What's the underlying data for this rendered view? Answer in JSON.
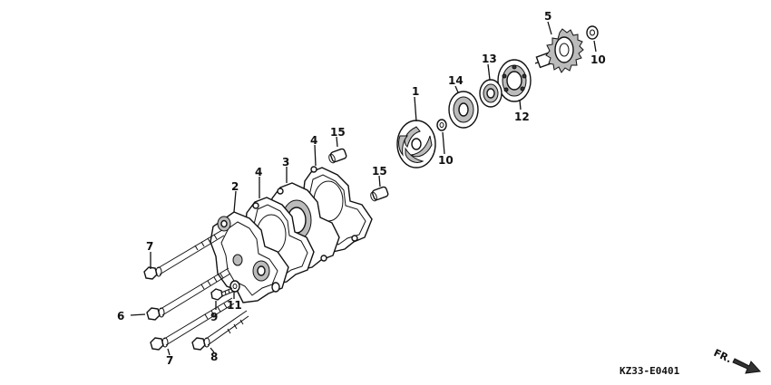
{
  "callouts": {
    "c1": "1",
    "c2": "2",
    "c3": "3",
    "c4a": "4",
    "c4b": "4",
    "c5": "5",
    "c6": "6",
    "c7a": "7",
    "c7b": "7",
    "c8": "8",
    "c9": "9",
    "c10a": "10",
    "c10b": "10",
    "c11": "11",
    "c12": "12",
    "c13": "13",
    "c14": "14",
    "c15a": "15",
    "c15b": "15"
  },
  "diagram_code": "KZ33-E0401",
  "direction_label": "FR."
}
